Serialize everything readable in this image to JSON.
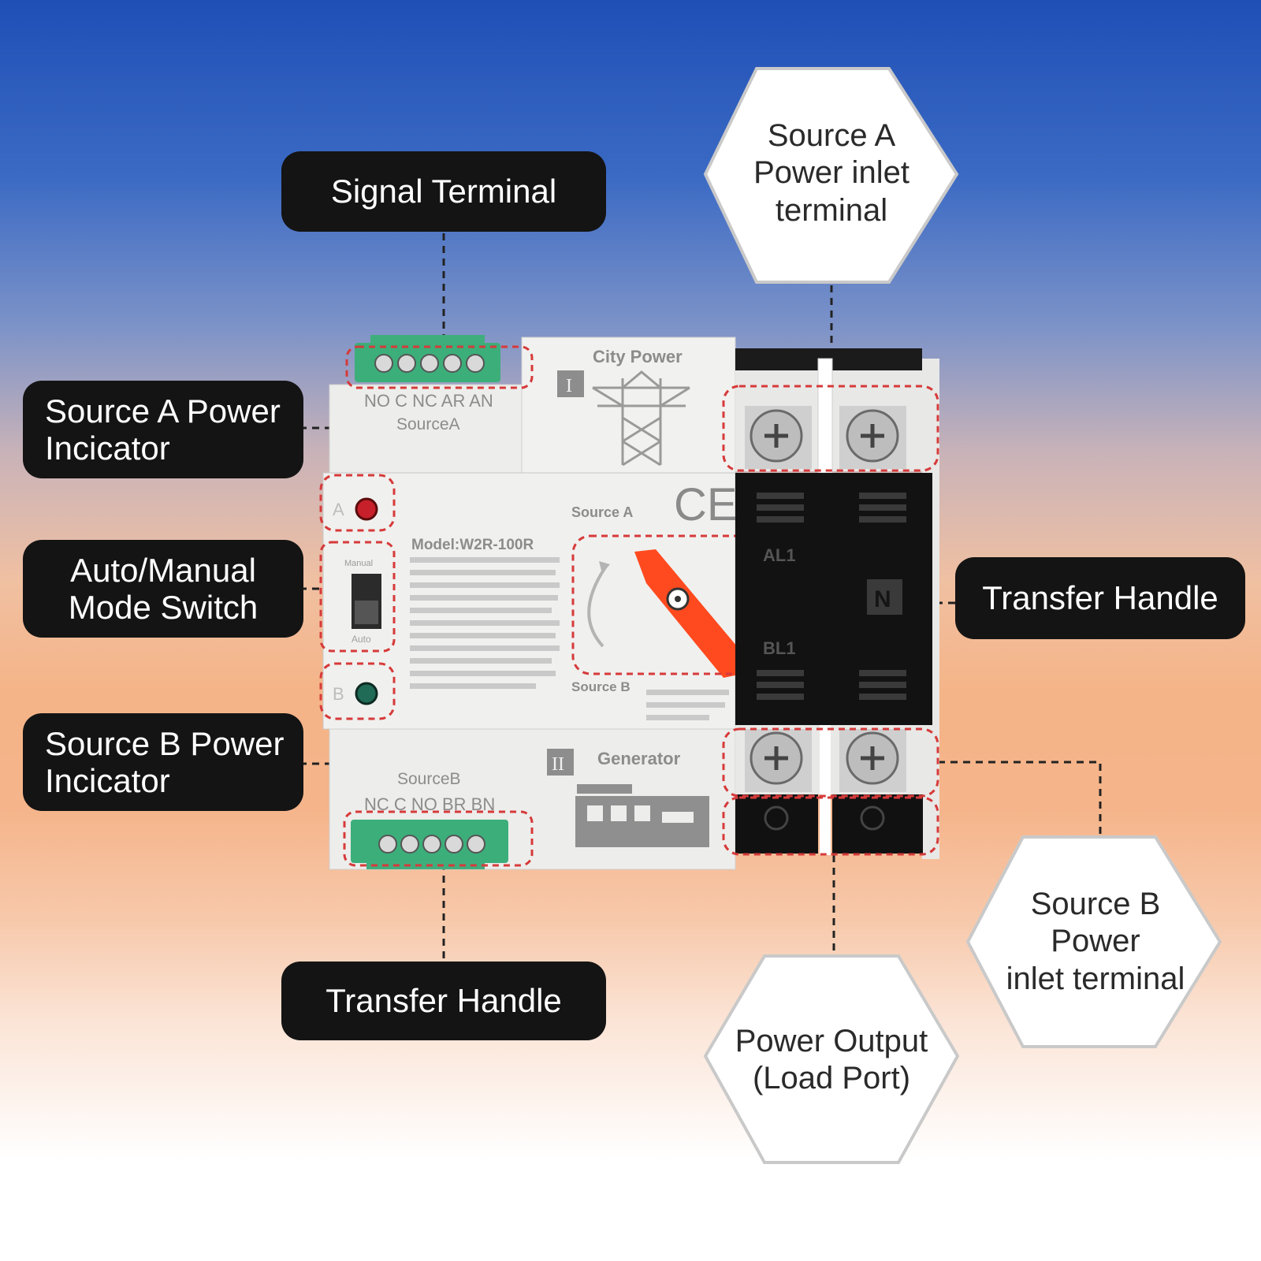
{
  "callouts": {
    "signal_terminal": "Signal Terminal",
    "source_a_indicator": [
      "Source A Power",
      "Incicator"
    ],
    "mode_switch": [
      "Auto/Manual",
      "Mode Switch"
    ],
    "source_b_indicator": [
      "Source B Power",
      "Incicator"
    ],
    "transfer_handle_bottom": "Transfer Handle",
    "transfer_handle_right": "Transfer Handle",
    "source_a_inlet": [
      "Source A",
      "Power inlet",
      "terminal"
    ],
    "source_b_inlet": [
      "Source B",
      "Power",
      "inlet terminal"
    ],
    "power_output": [
      "Power Output",
      "(Load Port)"
    ]
  },
  "device": {
    "top_terminals": "NO C NC AR AN",
    "source_a_label": "SourceA",
    "city_power": "City Power",
    "roman_one": "I",
    "roman_two": "II",
    "ce_mark": "CE",
    "source_a_text": "Source A",
    "model": "Model:W2R-100R",
    "source_b_text": "Source B",
    "indicator_a": "A",
    "indicator_b": "B",
    "switch_top": "Manual",
    "switch_bottom": "Auto",
    "terminal_al1": "AL1",
    "terminal_bl1": "BL1",
    "terminal_n": "N",
    "generator": "Generator",
    "source_b_label": "SourceB",
    "bottom_terminals": "NC C NO BR BN"
  },
  "colors": {
    "pill_bg": "#141414",
    "handle": "#ff4a1f",
    "terminal_green": "#3cae7a",
    "indicator_red": "#c8202a",
    "indicator_green": "#1f6b55",
    "dash_red": "#d63a3a"
  }
}
